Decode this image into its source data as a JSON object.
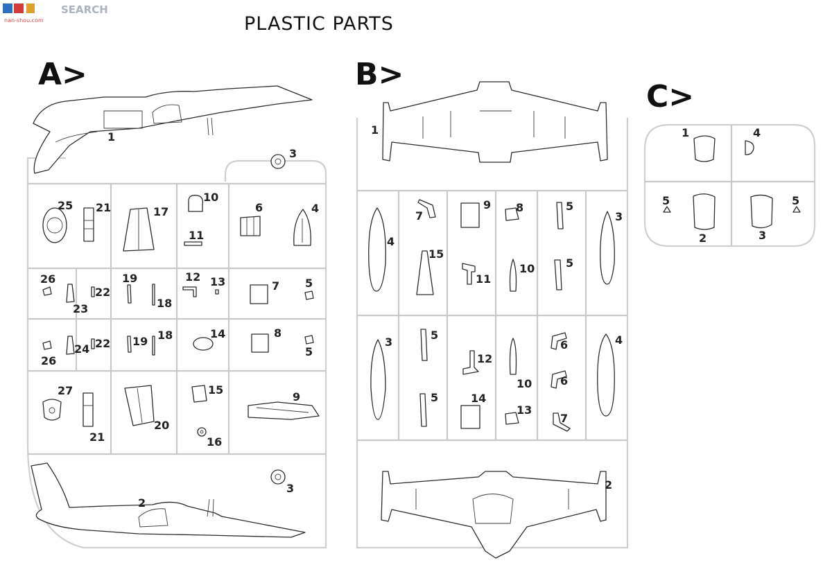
{
  "watermark": {
    "brand": "SEARCH",
    "url": "nan-shou.com"
  },
  "title": "PLASTIC PARTS",
  "sections": {
    "A": {
      "label": "A>",
      "labels": [
        "1",
        "3",
        "25",
        "21",
        "17",
        "10",
        "11",
        "6",
        "4",
        "26",
        "23",
        "22",
        "19",
        "18",
        "12",
        "13",
        "7",
        "5",
        "26",
        "24",
        "22",
        "19",
        "18",
        "14",
        "8",
        "5",
        "27",
        "21",
        "20",
        "15",
        "16",
        "9",
        "2",
        "3"
      ]
    },
    "B": {
      "label": "B>",
      "labels": [
        "1",
        "4",
        "7",
        "9",
        "8",
        "5",
        "3",
        "15",
        "11",
        "10",
        "5",
        "3",
        "5",
        "12",
        "6",
        "10",
        "6",
        "4",
        "5",
        "14",
        "13",
        "7",
        "2"
      ]
    },
    "C": {
      "label": "C>",
      "labels": [
        "1",
        "4",
        "5",
        "2",
        "3",
        "5"
      ]
    }
  }
}
